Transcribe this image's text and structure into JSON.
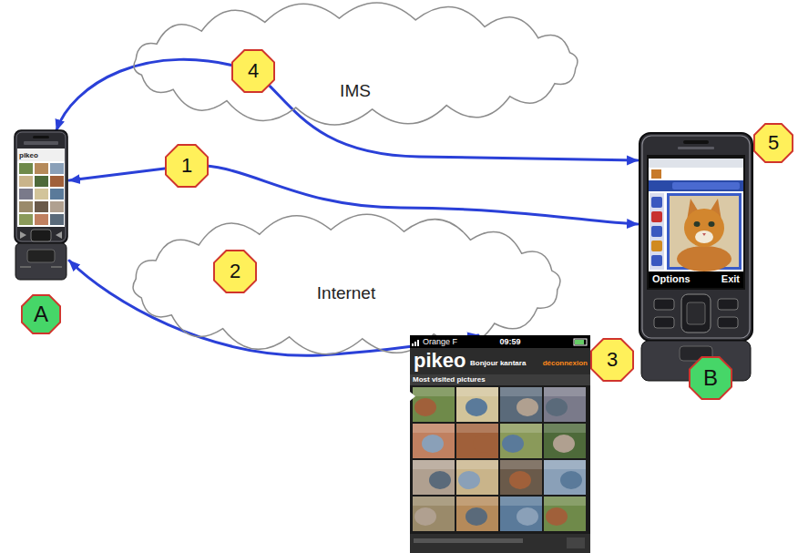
{
  "diagram": {
    "nodes": [
      {
        "text": [
          "IMS"
        ]
      },
      {
        "text": [
          "Internet"
        ]
      },
      {
        "text": [
          "pikeo",
          "A"
        ]
      },
      {
        "text": [
          "Options",
          "Exit",
          "B"
        ]
      },
      {
        "text": [
          "Orange F",
          "09:59",
          "pikeo",
          "Bonjour kantara",
          "déconnexion",
          "Most visited pictures"
        ]
      }
    ],
    "edges": [
      {
        "from": 2,
        "to": 3,
        "arrow": "both",
        "label": "1"
      },
      {
        "from": 2,
        "to": 3,
        "arrow": "both",
        "label": "4"
      },
      {
        "from": 2,
        "to": 4,
        "arrow": "both"
      }
    ],
    "labels": [
      "2",
      "3",
      "5"
    ]
  }
}
